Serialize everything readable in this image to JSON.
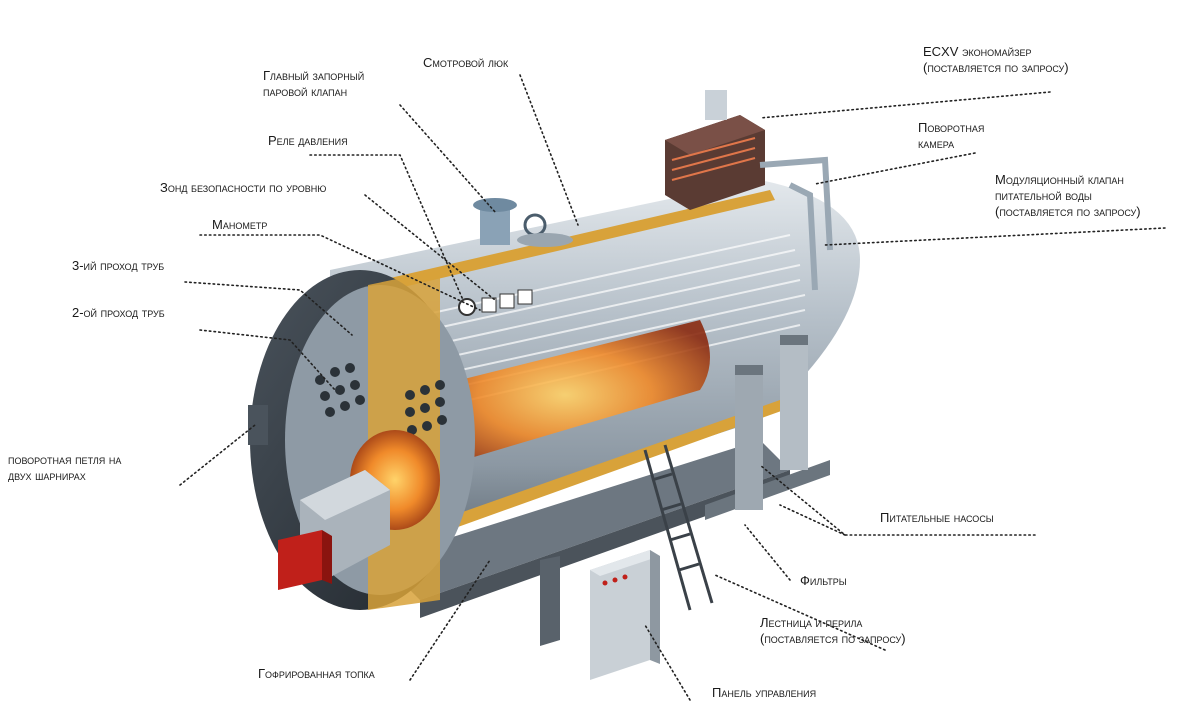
{
  "labels": {
    "smotrovoi_luk": "Смотровой люк",
    "glavnyi_klapan": "Главный запорный\nпаровой клапан",
    "rele_davleniya": "Реле давления",
    "zond": "Зонд безопасности по уровню",
    "manometr": "Манометр",
    "prokhod3": "3-ий проход труб",
    "prokhod2": "2-ой проход труб",
    "petlya": "поворотная петля на\nдвух шарнирах",
    "topka": "Гофрированная топка",
    "ekonomaizer": "ECXV экономайзер\n(поставляется по запросу)",
    "povorotnaya_kamera": "Поворотная\nкамера",
    "modulyatsionnyi_klapan": "Модуляционный клапан\nпитательной воды\n(поставляется по запросу)",
    "pitatelnye_nasosy": "Питательные насосы",
    "filtry": "Фильтры",
    "lestnitsa": "Лестница и перила\n(поставляется по запросу)",
    "panel": "Панель управления"
  },
  "colors": {
    "shell": "#b9c3cc",
    "shell_dark": "#5b6670",
    "fire": "#e0591a",
    "insulation": "#d8a23a",
    "burner_box": "#c0201a",
    "leader_line": "#222222"
  }
}
